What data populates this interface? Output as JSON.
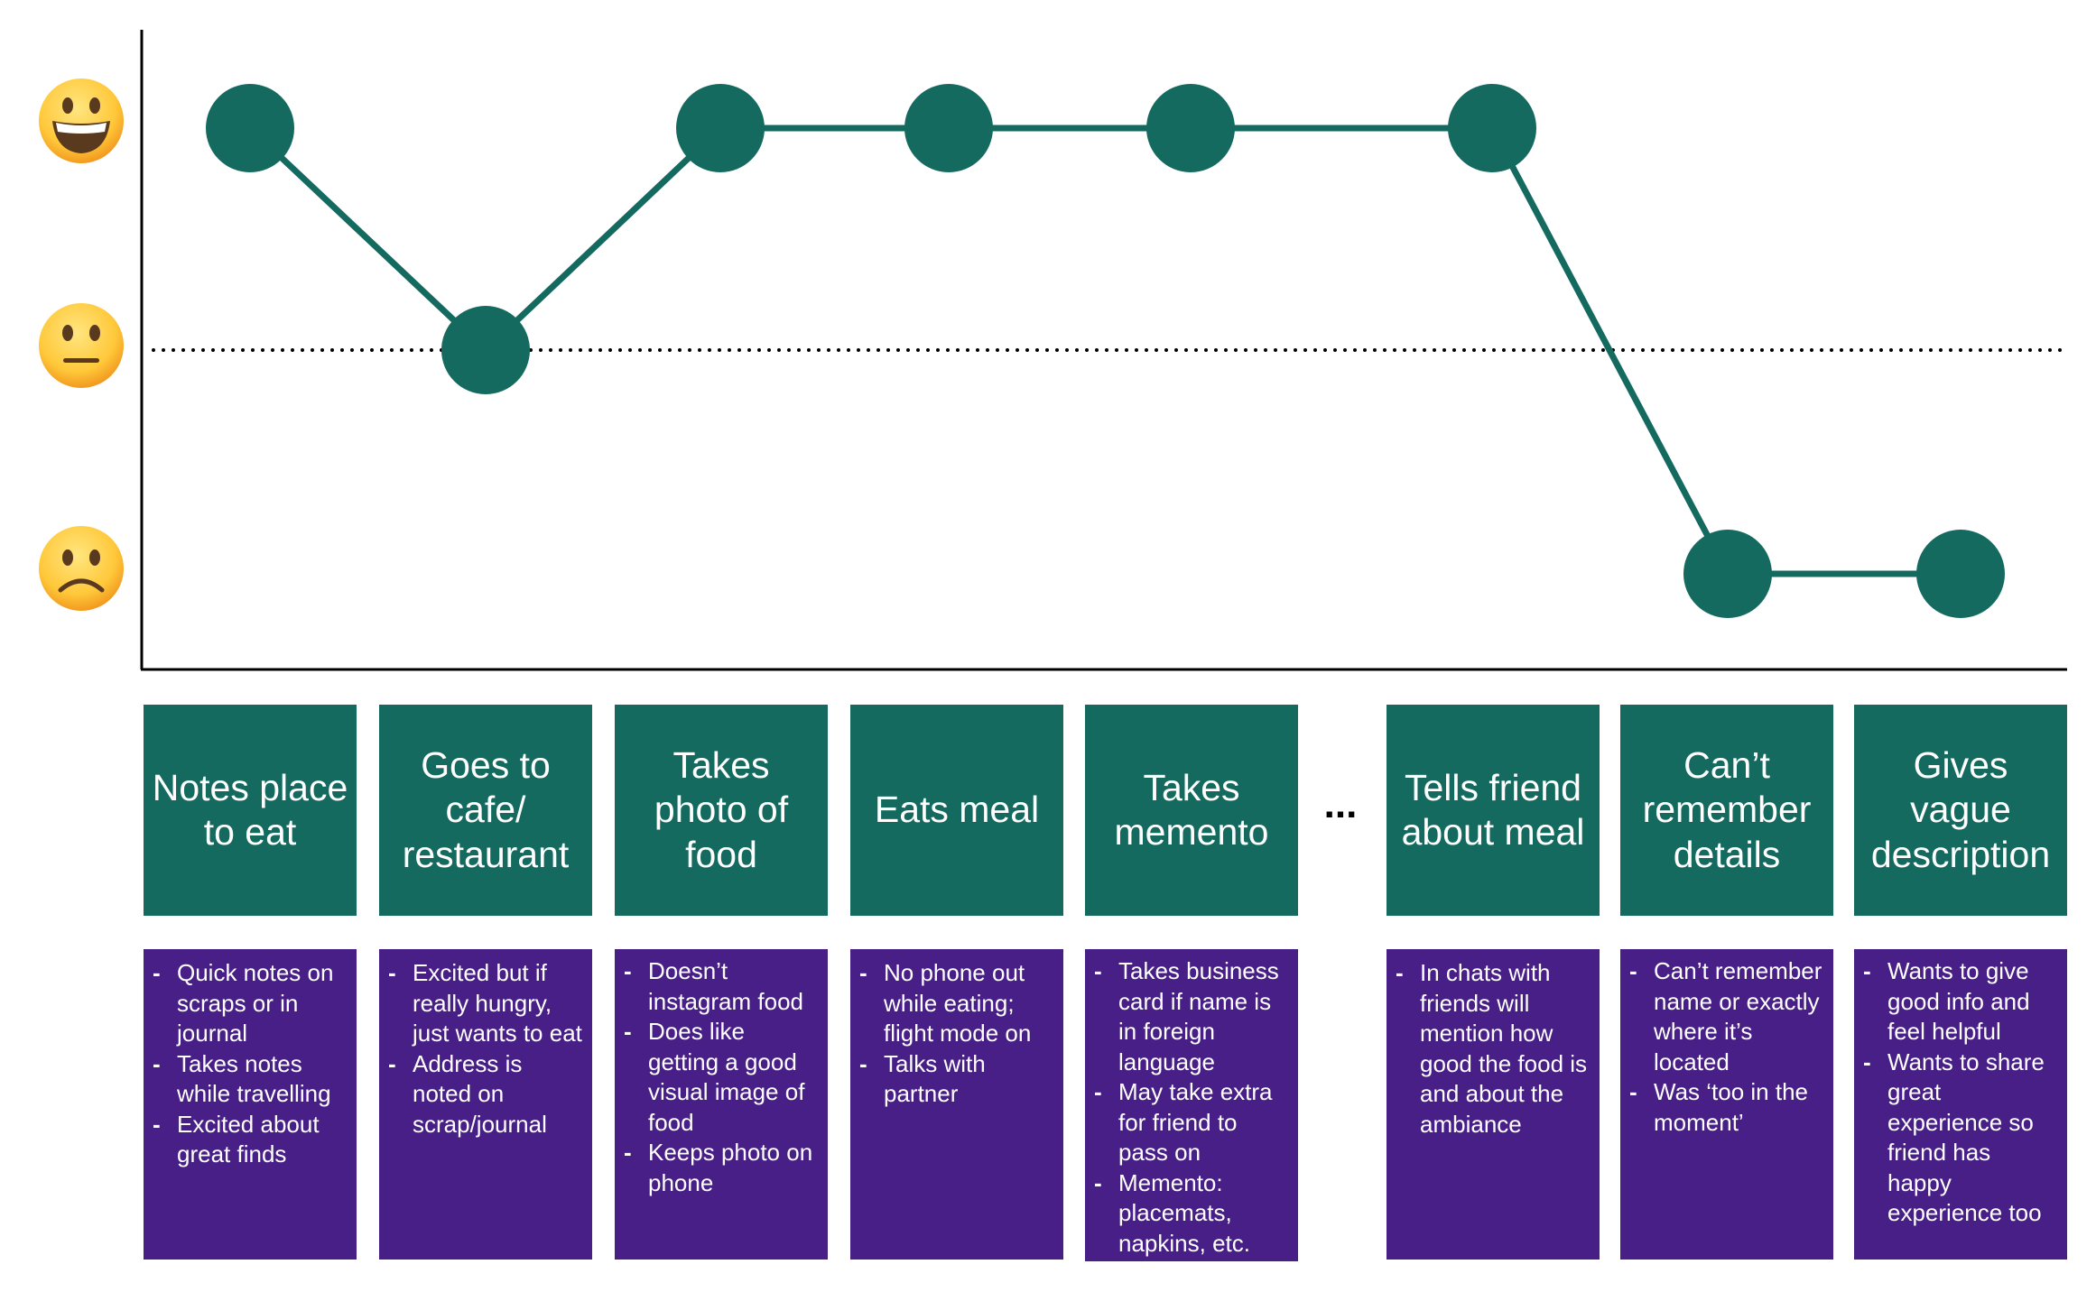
{
  "chart_data": {
    "type": "line",
    "levels": [
      "positive",
      "neutral",
      "negative"
    ],
    "level_icons": [
      "grinning-face-icon",
      "neutral-face-icon",
      "frowning-face-icon"
    ],
    "points": [
      {
        "stage": 1,
        "level": "positive"
      },
      {
        "stage": 2,
        "level": "neutral"
      },
      {
        "stage": 3,
        "level": "positive"
      },
      {
        "stage": 4,
        "level": "positive"
      },
      {
        "stage": 5,
        "level": "positive"
      },
      {
        "stage": 6,
        "level": "positive"
      },
      {
        "stage": 7,
        "level": "negative"
      },
      {
        "stage": 8,
        "level": "negative"
      }
    ]
  },
  "colors": {
    "line": "#146a5f",
    "stage_box": "#146a5f",
    "notes_box": "#481f86",
    "axis": "#000000",
    "emoji_face": "#ffc83a"
  },
  "gap_marker": "...",
  "stages": [
    {
      "label": "Notes place to eat",
      "notes": [
        "Quick notes on scraps or in journal",
        "Takes notes while travelling",
        "Excited about great finds"
      ]
    },
    {
      "label": "Goes to cafe/ restaurant",
      "notes": [
        "Excited but if really hungry, just wants to eat",
        "Address is noted on scrap/journal"
      ]
    },
    {
      "label": "Takes photo of food",
      "notes": [
        "Doesn’t instagram food",
        "Does like getting a good visual image of food",
        "Keeps photo on phone"
      ]
    },
    {
      "label": "Eats meal",
      "notes": [
        "No phone out while eating; flight mode on",
        "Talks with partner"
      ]
    },
    {
      "label": "Takes memento",
      "notes": [
        "Takes business card if name is in foreign language",
        "May take extra for friend to pass on",
        "Memento: placemats, napkins, etc."
      ]
    },
    {
      "label": "Tells friend about meal",
      "notes": [
        "In chats with friends will mention how good the food is and about the ambiance"
      ]
    },
    {
      "label": "Can’t remember details",
      "notes": [
        "Can’t remember name or exactly where it’s located",
        "Was ‘too in the moment’"
      ]
    },
    {
      "label": "Gives vague description",
      "notes": [
        "Wants to give good info and feel helpful",
        "Wants to share great experience so friend has happy experience too"
      ]
    }
  ]
}
